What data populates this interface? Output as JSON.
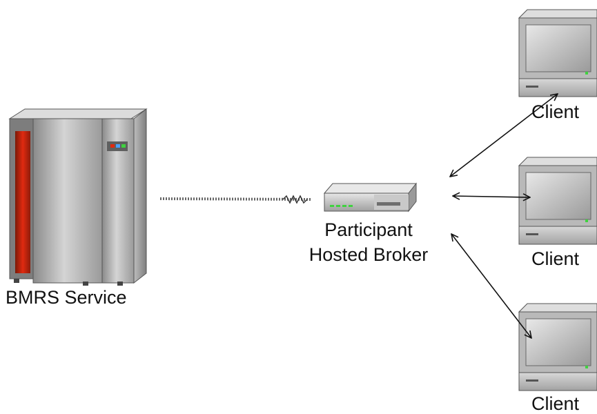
{
  "nodes": {
    "server": {
      "label": "BMRS Service",
      "icon": "mainframe-server-icon"
    },
    "broker": {
      "label_line1": "Participant",
      "label_line2": "Hosted Broker",
      "icon": "network-router-icon"
    },
    "clients": [
      {
        "label": "Client",
        "icon": "desktop-computer-icon"
      },
      {
        "label": "Client",
        "icon": "desktop-computer-icon"
      },
      {
        "label": "Client",
        "icon": "desktop-computer-icon"
      }
    ]
  },
  "connections": [
    {
      "from": "server",
      "to": "broker",
      "style": "wavy-link"
    },
    {
      "from": "broker",
      "to": "client-1",
      "style": "double-arrow"
    },
    {
      "from": "broker",
      "to": "client-2",
      "style": "double-arrow"
    },
    {
      "from": "broker",
      "to": "client-3",
      "style": "double-arrow"
    }
  ],
  "colors": {
    "server_accent": "#e02a10",
    "device_body": "#a9a9a9",
    "led": "#3fd23f",
    "arrow": "#111111"
  }
}
